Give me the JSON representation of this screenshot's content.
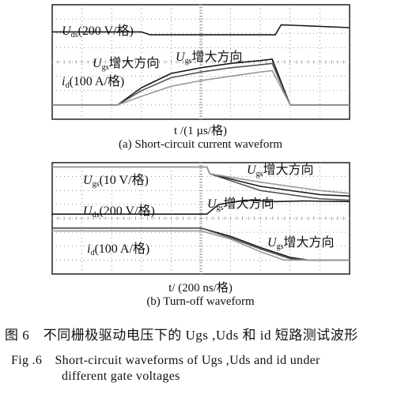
{
  "chart_data": [
    {
      "type": "line",
      "panel": "a",
      "title": "(a) Short-circuit current waveform",
      "xlabel": "t /(1 µs/格)",
      "grid": true,
      "x_divisions": 10,
      "y_divisions": 8,
      "annotations": [
        {
          "text": "Uds(200 V/格)"
        },
        {
          "text": "Ugs增大方向"
        },
        {
          "text": "Ugs增大方向"
        },
        {
          "text": "id(100 A/格)"
        }
      ],
      "series": [
        {
          "trace": "Uds",
          "color": "#1a1a1a",
          "x": [
            0,
            3.0,
            3.3,
            7.5,
            7.7,
            10
          ],
          "y": [
            6.1,
            6.1,
            5.9,
            5.9,
            6.6,
            6.4
          ]
        },
        {
          "trace": "id",
          "color": "#1a1a1a",
          "x": [
            0,
            2.2,
            3.0,
            4.0,
            5.0,
            6.0,
            7.0,
            7.4,
            8.0,
            10
          ],
          "y": [
            1.0,
            1.0,
            2.2,
            3.2,
            3.6,
            3.9,
            4.1,
            4.2,
            1.0,
            1.0
          ]
        },
        {
          "trace": "id",
          "color": "#555555",
          "x": [
            0,
            2.2,
            3.0,
            4.0,
            5.0,
            6.0,
            7.0,
            7.4,
            8.0,
            10
          ],
          "y": [
            1.0,
            1.0,
            2.0,
            2.9,
            3.3,
            3.6,
            3.8,
            3.9,
            1.0,
            1.0
          ]
        },
        {
          "trace": "id",
          "color": "#999999",
          "x": [
            0,
            2.2,
            3.0,
            4.0,
            5.0,
            6.0,
            7.0,
            7.4,
            8.0,
            10
          ],
          "y": [
            1.0,
            1.0,
            1.6,
            2.3,
            2.7,
            3.0,
            3.3,
            3.4,
            1.0,
            1.0
          ]
        }
      ]
    },
    {
      "type": "line",
      "panel": "b",
      "title": "(b) Turn-off waveform",
      "xlabel": "t/ (200 ns/格)",
      "grid": true,
      "x_divisions": 10,
      "y_divisions": 8,
      "annotations": [
        {
          "text": "Ugs增大方向"
        },
        {
          "text": "Ugs(10 V/格)"
        },
        {
          "text": "Ugs增大方向"
        },
        {
          "text": "Uds(200 V/格)"
        },
        {
          "text": "Ugs增大方向"
        },
        {
          "text": "id(100 A/格)"
        }
      ],
      "series": [
        {
          "trace": "Ugs",
          "color": "#1a1a1a",
          "x": [
            0,
            5.2,
            5.3,
            7.0,
            9.0,
            10
          ],
          "y": [
            7.7,
            7.7,
            7.2,
            6.3,
            5.7,
            5.6
          ]
        },
        {
          "trace": "Ugs",
          "color": "#555555",
          "x": [
            0,
            5.2,
            5.3,
            7.0,
            9.0,
            10
          ],
          "y": [
            7.7,
            7.7,
            7.2,
            6.0,
            5.4,
            5.3
          ]
        },
        {
          "trace": "Ugs",
          "color": "#999999",
          "x": [
            0,
            5.2,
            5.3,
            7.0,
            9.0,
            10
          ],
          "y": [
            7.7,
            7.7,
            7.2,
            6.6,
            6.0,
            5.8
          ]
        },
        {
          "trace": "Uds",
          "color": "#1a1a1a",
          "x": [
            0,
            5.2,
            5.6,
            6.5,
            7.5,
            8.5,
            10
          ],
          "y": [
            4.3,
            4.3,
            5.0,
            5.3,
            5.2,
            5.25,
            5.2
          ]
        },
        {
          "trace": "id",
          "color": "#1a1a1a",
          "x": [
            0,
            5.0,
            6.0,
            7.0,
            8.0,
            8.6,
            10
          ],
          "y": [
            3.3,
            3.3,
            2.7,
            1.9,
            1.2,
            1.0,
            1.0
          ]
        },
        {
          "trace": "id",
          "color": "#555555",
          "x": [
            0,
            5.0,
            6.0,
            7.0,
            8.0,
            8.6,
            10
          ],
          "y": [
            3.3,
            3.3,
            2.6,
            1.8,
            1.1,
            1.0,
            1.0
          ]
        },
        {
          "trace": "id",
          "color": "#999999",
          "x": [
            0,
            5.0,
            6.0,
            7.0,
            7.8,
            10
          ],
          "y": [
            3.1,
            3.1,
            2.5,
            1.6,
            1.0,
            1.0
          ]
        }
      ]
    }
  ],
  "caption_cn": "图 6　不同栅极驱动电压下的 Ugs ,Uds 和 id 短路测试波形",
  "caption_en_line1": "Fig .6　Short-circuit waveforms of Ugs ,Uds and id under",
  "caption_en_line2": "different gate voltages"
}
